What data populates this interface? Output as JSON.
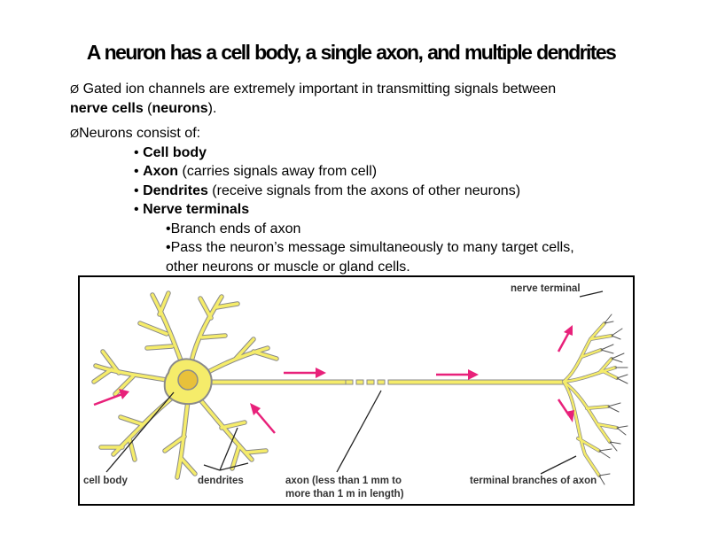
{
  "title": "A neuron has a cell body, a single axon, and multiple   dendrites",
  "intro": {
    "marker": "Ø",
    "text1": "Gated ion channels are extremely important in transmitting signals between",
    "bold1": "nerve cells",
    "text2": " (",
    "bold2": "neurons",
    "text3": ")."
  },
  "consist": {
    "marker": "Ø",
    "text": "Neurons consist of:"
  },
  "parts": [
    {
      "bullet": "•",
      "bold": "Cell body",
      "rest": ""
    },
    {
      "bullet": "•",
      "bold": "Axon",
      "rest": " (carries signals away from cell)"
    },
    {
      "bullet": "•",
      "bold": "Dendrites",
      "rest": " (receive signals from the axons of other neurons)"
    },
    {
      "bullet": "•",
      "bold": "Nerve terminals",
      "rest": ""
    }
  ],
  "terminal_points": [
    {
      "bullet": "•",
      "text": "Branch ends of axon"
    },
    {
      "bullet": "•",
      "text": "Pass the neuron’s message simultaneously to many target cells,"
    },
    {
      "bullet": "",
      "text": "other neurons or muscle or gland cells."
    }
  ],
  "diagram": {
    "label_nerve_terminal": "nerve terminal",
    "label_cell_body": "cell body",
    "label_dendrites": "dendrites",
    "label_axon_1": "axon (less than 1 mm to",
    "label_axon_2": "more than 1 m in length)",
    "label_terminal_branches": "terminal branches of axon",
    "colors": {
      "neuron_fill": "#f5ec6a",
      "neuron_outline": "#8a8a8a",
      "nucleus": "#e8c13a",
      "arrow": "#e8217a",
      "leader": "#222222"
    }
  }
}
